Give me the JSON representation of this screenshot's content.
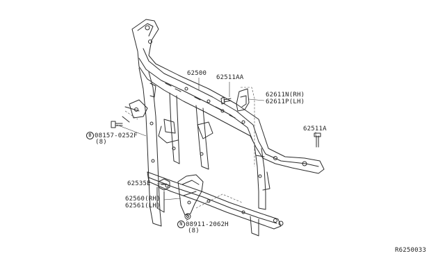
{
  "diagram": {
    "accent_color": "#1e1e1e",
    "background_color": "#ffffff",
    "parts": [
      {
        "key": "p62500",
        "number": "62500"
      },
      {
        "key": "p62511AA",
        "number": "62511AA"
      },
      {
        "key": "p62611N",
        "number": "62611N(RH)"
      },
      {
        "key": "p62611P",
        "number": "62611P(LH)"
      },
      {
        "key": "p62511A",
        "number": "62511A"
      },
      {
        "key": "p62535E",
        "number": "62535E"
      },
      {
        "key": "p62560",
        "number": "62560(RH)"
      },
      {
        "key": "p62561",
        "number": "62561(LH)"
      }
    ],
    "fasteners": {
      "bolt_b": {
        "symbol": "B",
        "number": "08157-0252F",
        "qty": "(8)"
      },
      "nut_n": {
        "symbol": "N",
        "number": "08911-2062H",
        "qty": "(8)"
      }
    },
    "diagram_code": "R6250033"
  }
}
